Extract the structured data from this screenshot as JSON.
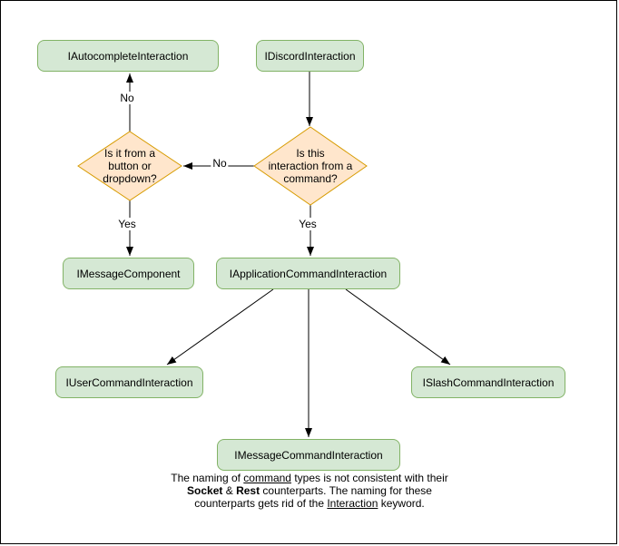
{
  "diagram": {
    "colors": {
      "process_fill": "#d5e8d4",
      "process_border": "#82b366",
      "decision_fill": "#ffe6cc",
      "decision_border": "#d79b00",
      "arrow": "#000000"
    },
    "nodes": {
      "autocomplete": {
        "label": "IAutocompleteInteraction"
      },
      "discord": {
        "label": "IDiscordInteraction"
      },
      "button_question": {
        "label": "Is it from a\nbutton or\ndropdown?"
      },
      "command_question": {
        "label": "Is this\ninteraction from a\ncommand?"
      },
      "message_component": {
        "label": "IMessageComponent"
      },
      "application_command": {
        "label": "IApplicationCommandInteraction"
      },
      "user_command": {
        "label": "IUserCommandInteraction"
      },
      "slash_command": {
        "label": "ISlashCommandInteraction"
      },
      "message_command": {
        "label": "IMessageCommandInteraction"
      }
    },
    "edge_labels": {
      "autocomplete_no": "No",
      "button_no": "No",
      "message_component_yes": "Yes",
      "application_yes": "Yes"
    },
    "note": {
      "segments": [
        {
          "text": "The naming of ",
          "style": ""
        },
        {
          "text": "command",
          "style": "underline"
        },
        {
          "text": " types is not consistent with their\n",
          "style": ""
        },
        {
          "text": "Socket",
          "style": "bold"
        },
        {
          "text": " & ",
          "style": ""
        },
        {
          "text": "Rest",
          "style": "bold"
        },
        {
          "text": " counterparts. The naming for these\ncounterparts gets rid of the ",
          "style": ""
        },
        {
          "text": "Interaction",
          "style": "underline"
        },
        {
          "text": " keyword.",
          "style": ""
        }
      ]
    }
  }
}
